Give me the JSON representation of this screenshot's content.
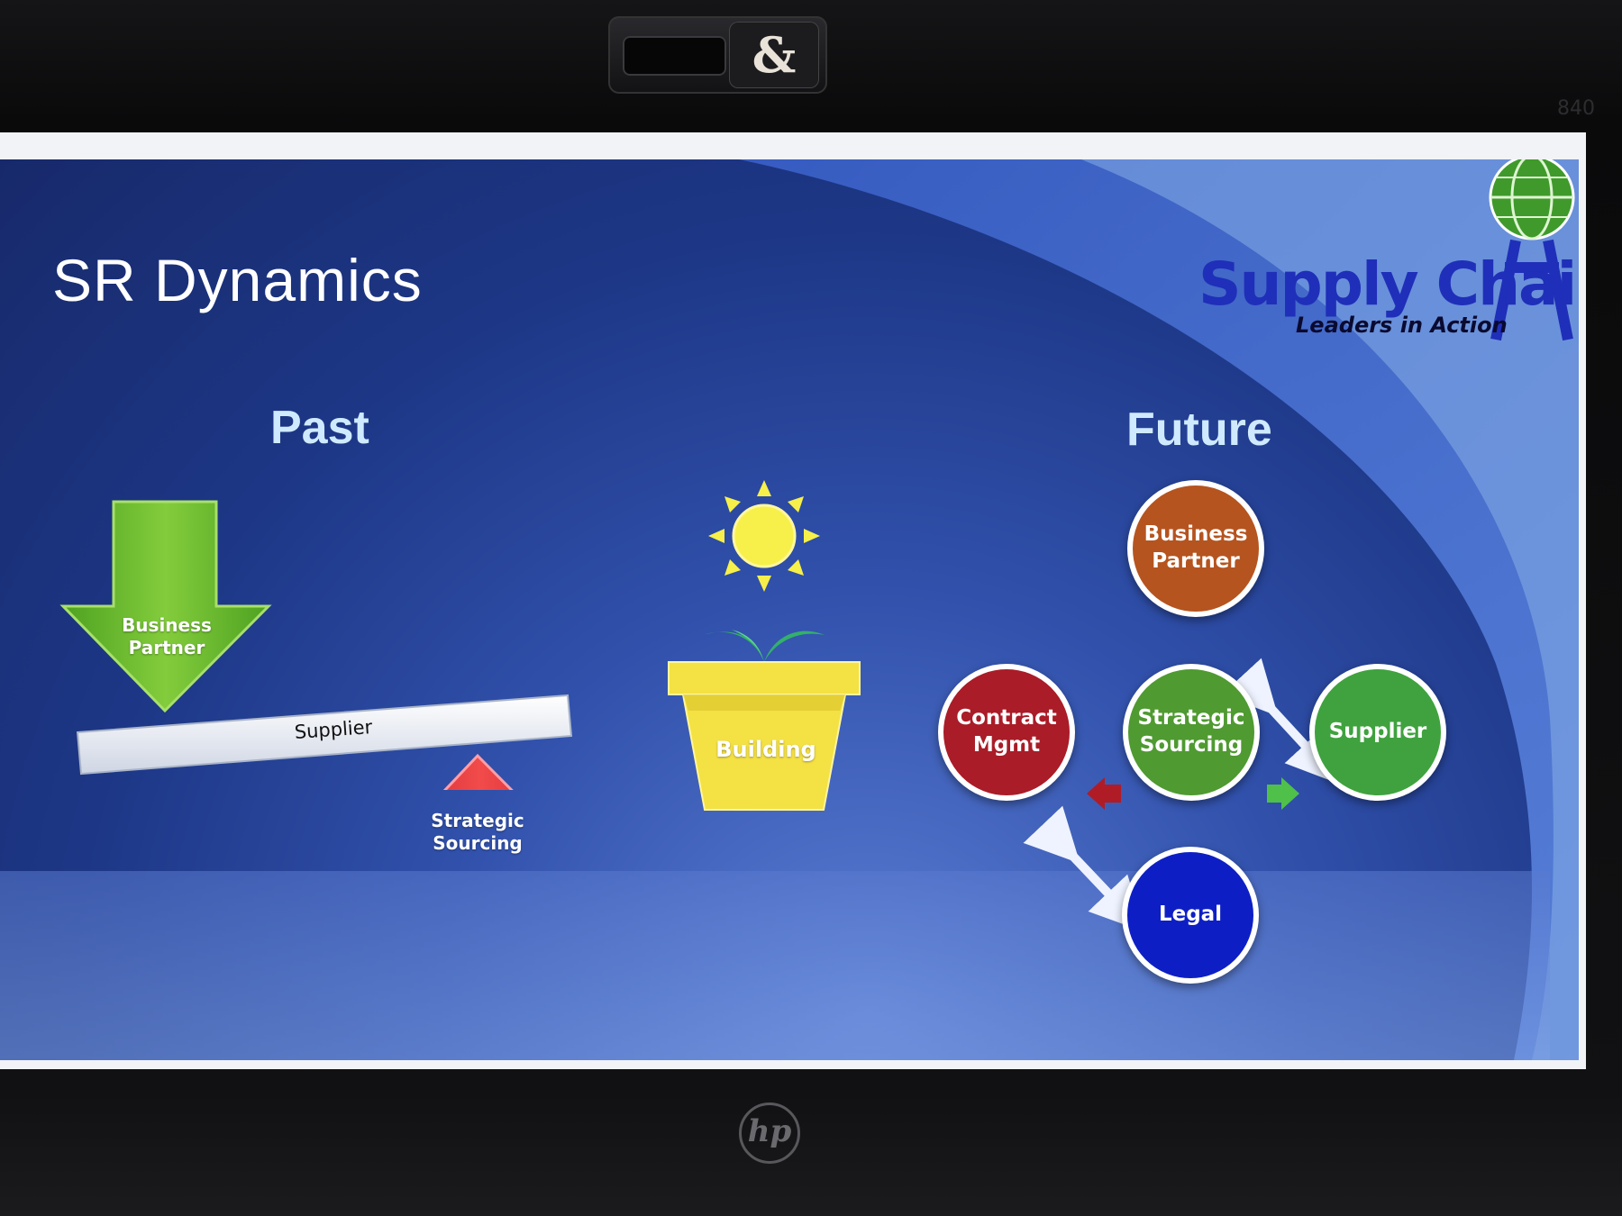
{
  "device": {
    "webcam_cover_mark": "&",
    "model_number": "840",
    "brand_logo": "hp"
  },
  "slide": {
    "title": "SR Dynamics",
    "past_heading": "Past",
    "future_heading": "Future",
    "logo": {
      "name": "Supply Chain",
      "tagline": "Leaders in Action"
    },
    "past": {
      "down_arrow_label_line1": "Business",
      "down_arrow_label_line2": "Partner",
      "bar_label": "Supplier",
      "up_arrow_label_line1": "Strategic",
      "up_arrow_label_line2": "Sourcing"
    },
    "middle": {
      "pot_label": "Building"
    },
    "future": {
      "nodes": [
        {
          "id": "business-partner",
          "line1": "Business",
          "line2": "Partner",
          "color": "#b5541f"
        },
        {
          "id": "contract-mgmt",
          "line1": "Contract",
          "line2": "Mgmt",
          "color": "#a91c28"
        },
        {
          "id": "strategic-sourcing",
          "line1": "Strategic",
          "line2": "Sourcing",
          "color": "#4f9a31"
        },
        {
          "id": "supplier",
          "line1": "Supplier",
          "line2": "",
          "color": "#3fa23e"
        },
        {
          "id": "legal",
          "line1": "Legal",
          "line2": "",
          "color": "#0d1fc4"
        }
      ]
    },
    "colors": {
      "arrow_green": "#6dbb2f",
      "arrow_red": "#e63b3b",
      "pot_yellow": "#f4e144",
      "sun_yellow": "#f7f04a",
      "heading_blue": "#cfeaff"
    }
  }
}
